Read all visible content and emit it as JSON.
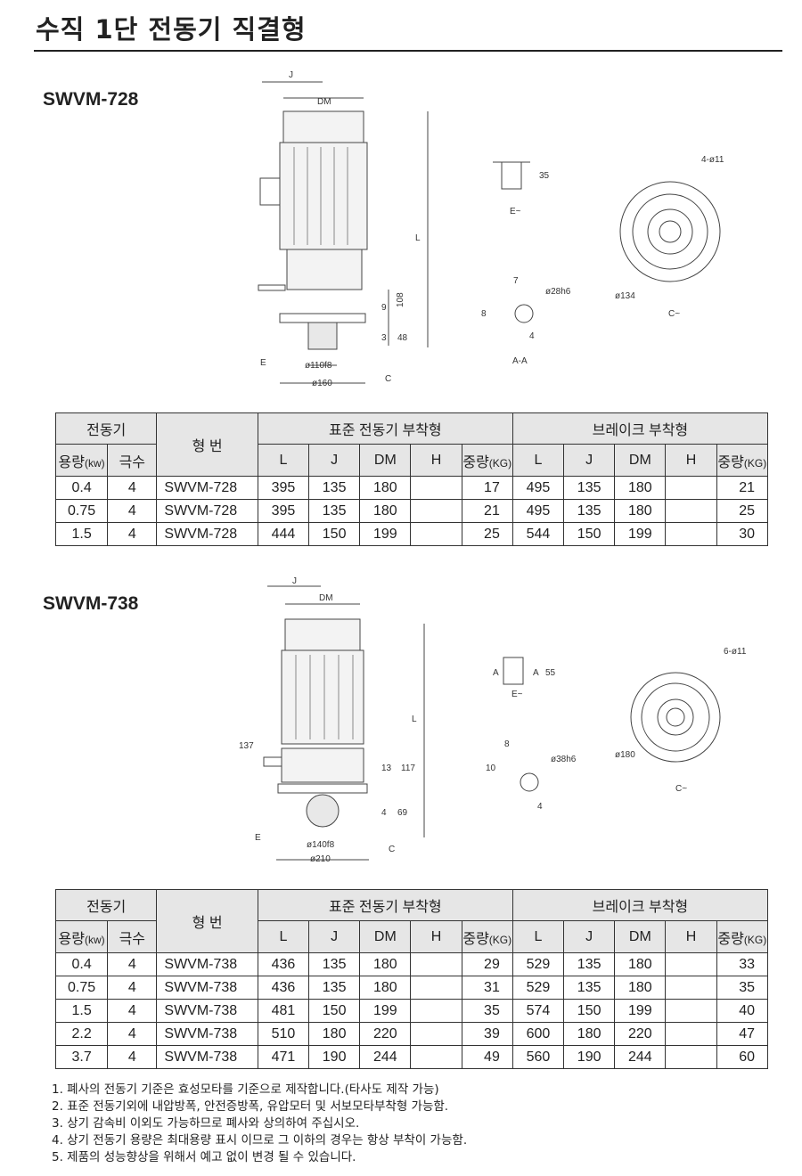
{
  "title": "수직 1단 전동기 직결형",
  "headers": {
    "motor": "전동기",
    "model": "형 번",
    "standard": "표준 전동기 부착형",
    "brake": "브레이크 부착형",
    "capacity": "용량",
    "capacity_unit": "(kw)",
    "poles": "극수",
    "L": "L",
    "J": "J",
    "DM": "DM",
    "H": "H",
    "weight": "중량",
    "weight_unit": "(KG)"
  },
  "sections": [
    {
      "model": "SWVM-728",
      "drawing": {
        "J": "J",
        "DM": "DM",
        "L": "L",
        "d1": "108",
        "d2": "9",
        "d3": "48",
        "d4": "3",
        "shaft": "ø110f8",
        "flange": "ø160",
        "E": "E",
        "C": "C",
        "top_dim": "35",
        "E_view": "E~",
        "key_w": "7",
        "key_h": "8",
        "key_d": "4",
        "shaft_d": "ø28h6",
        "section": "A-A",
        "holes": "4-ø11",
        "pcd": "ø134",
        "C_view": "C~"
      },
      "rows": [
        {
          "cap": "0.4",
          "poles": "4",
          "model": "SWVM-728",
          "L": "395",
          "J": "135",
          "DM": "180",
          "H": "",
          "W": "17",
          "bL": "495",
          "bJ": "135",
          "bDM": "180",
          "bH": "",
          "bW": "21"
        },
        {
          "cap": "0.75",
          "poles": "4",
          "model": "SWVM-728",
          "L": "395",
          "J": "135",
          "DM": "180",
          "H": "",
          "W": "21",
          "bL": "495",
          "bJ": "135",
          "bDM": "180",
          "bH": "",
          "bW": "25"
        },
        {
          "cap": "1.5",
          "poles": "4",
          "model": "SWVM-728",
          "L": "444",
          "J": "150",
          "DM": "199",
          "H": "",
          "W": "25",
          "bL": "544",
          "bJ": "150",
          "bDM": "199",
          "bH": "",
          "bW": "30"
        }
      ]
    },
    {
      "model": "SWVM-738",
      "drawing": {
        "J": "J",
        "DM": "DM",
        "L": "L",
        "d1": "117",
        "d2": "13",
        "d3": "69",
        "d4": "4",
        "side": "137",
        "shaft": "ø140f8",
        "flange": "ø210",
        "E": "E",
        "C": "C",
        "top_dim": "55",
        "A": "A",
        "E_view": "E~",
        "key_w": "8",
        "key_h": "10",
        "key_d": "4",
        "shaft_d": "ø38h6",
        "holes": "6-ø11",
        "pcd": "ø180",
        "C_view": "C~"
      },
      "rows": [
        {
          "cap": "0.4",
          "poles": "4",
          "model": "SWVM-738",
          "L": "436",
          "J": "135",
          "DM": "180",
          "H": "",
          "W": "29",
          "bL": "529",
          "bJ": "135",
          "bDM": "180",
          "bH": "",
          "bW": "33"
        },
        {
          "cap": "0.75",
          "poles": "4",
          "model": "SWVM-738",
          "L": "436",
          "J": "135",
          "DM": "180",
          "H": "",
          "W": "31",
          "bL": "529",
          "bJ": "135",
          "bDM": "180",
          "bH": "",
          "bW": "35"
        },
        {
          "cap": "1.5",
          "poles": "4",
          "model": "SWVM-738",
          "L": "481",
          "J": "150",
          "DM": "199",
          "H": "",
          "W": "35",
          "bL": "574",
          "bJ": "150",
          "bDM": "199",
          "bH": "",
          "bW": "40"
        },
        {
          "cap": "2.2",
          "poles": "4",
          "model": "SWVM-738",
          "L": "510",
          "J": "180",
          "DM": "220",
          "H": "",
          "W": "39",
          "bL": "600",
          "bJ": "180",
          "bDM": "220",
          "bH": "",
          "bW": "47"
        },
        {
          "cap": "3.7",
          "poles": "4",
          "model": "SWVM-738",
          "L": "471",
          "J": "190",
          "DM": "244",
          "H": "",
          "W": "49",
          "bL": "560",
          "bJ": "190",
          "bDM": "244",
          "bH": "",
          "bW": "60"
        }
      ]
    }
  ],
  "notes": [
    "1. 폐사의 전동기 기준은 효성모타를 기준으로 제작합니다.(타사도 제작 가능)",
    "2. 표준 전동기외에 내압방폭, 안전증방폭, 유압모터 및 서보모타부착형 가능함.",
    "3. 상기 감속비 이외도 가능하므로 폐사와 상의하여 주십시오.",
    "4. 상기 전동기 용량은 최대용량 표시 이므로 그 이하의 경우는 항상 부착이 가능함.",
    "5. 제품의 성능향상을 위해서 예고 없이 변경 될 수 있습니다."
  ]
}
